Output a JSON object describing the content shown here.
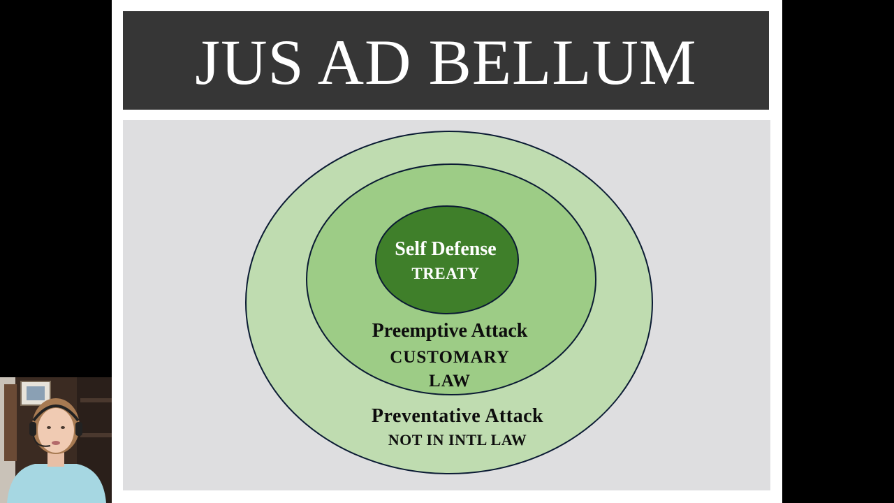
{
  "slide": {
    "title": "JUS AD BELLUM"
  },
  "diagram": {
    "rings": [
      {
        "id": "inner",
        "name": "Self Defense",
        "category": "TREATY",
        "color": "#3f7f2a"
      },
      {
        "id": "middle",
        "name": "Preemptive Attack",
        "category_lines": [
          "CUSTOMARY",
          "LAW"
        ],
        "color": "#9dcc86"
      },
      {
        "id": "outer",
        "name": "Preventative Attack",
        "category": "NOT IN INTL LAW",
        "color": "#bfdcb0"
      }
    ]
  },
  "colors": {
    "title_bar": "#363636",
    "panel": "#dedee0",
    "outline": "#0a1a33"
  },
  "webcam": {
    "icon": "presenter-webcam-feed"
  }
}
